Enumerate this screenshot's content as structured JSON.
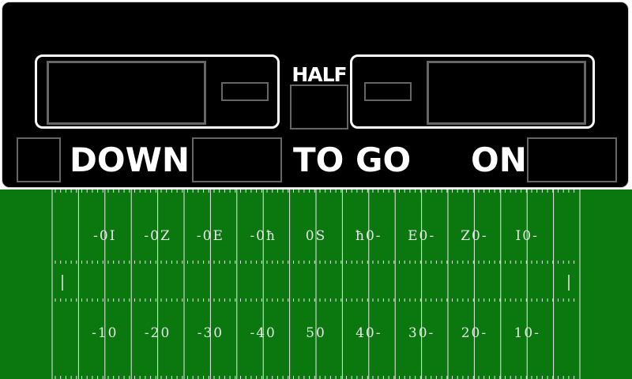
{
  "scoreboard": {
    "half_label": "HALF",
    "down_label": "DOWN",
    "to_go_label": "TO GO",
    "on_label": "ON"
  },
  "field": {
    "top_numbers": [
      "-0I",
      "-0Z",
      "-0E",
      "-0ħ",
      "0S",
      "ħ0-",
      "E0-",
      "Z0-",
      "I0-"
    ],
    "bottom_numbers": [
      "-10",
      "-20",
      "-30",
      "-40",
      "50",
      "40-",
      "30-",
      "20-",
      "10-"
    ]
  },
  "colors": {
    "board": "#000000",
    "field": "#0a780f",
    "panel_border": "#ffffff",
    "slot_border": "#666666"
  }
}
